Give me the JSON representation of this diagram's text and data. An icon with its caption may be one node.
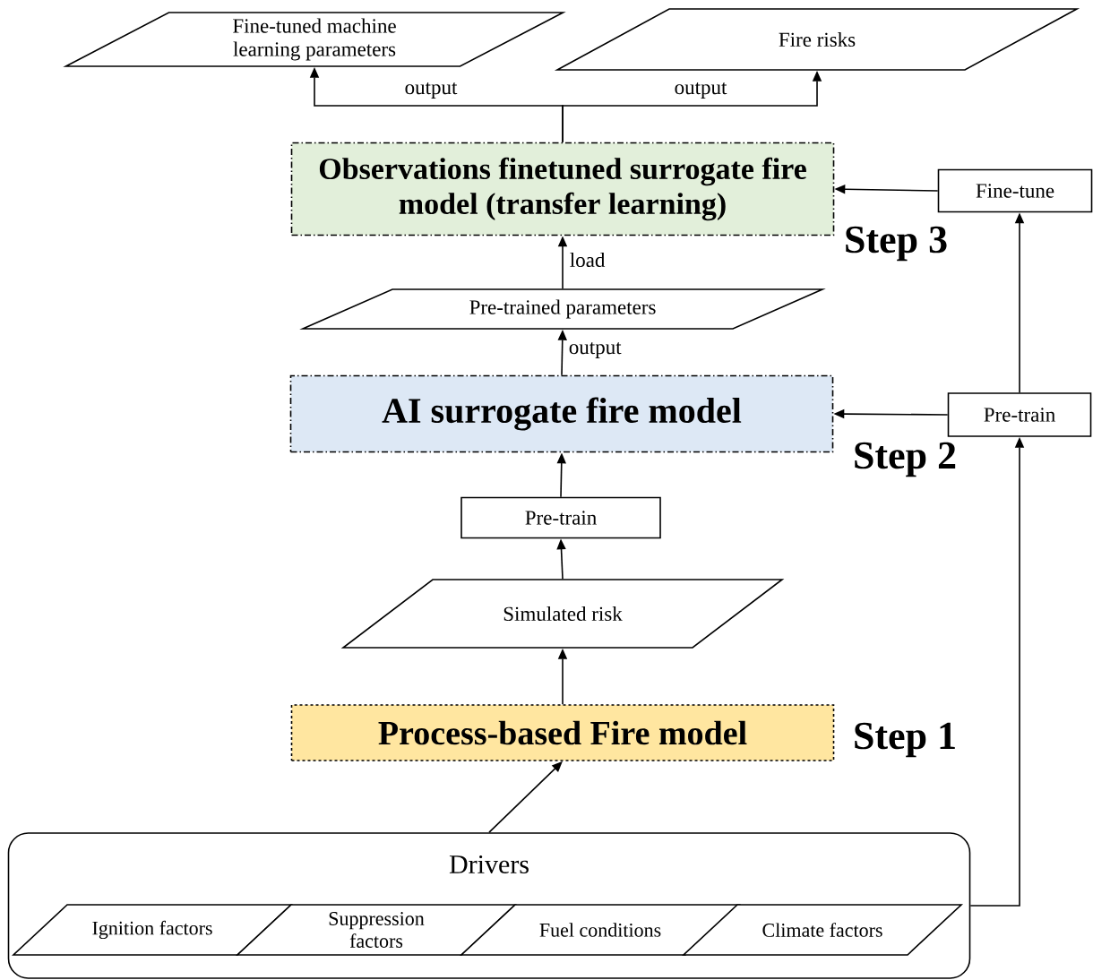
{
  "diagram": {
    "nodes": [
      {
        "text": [
          "Fine-tuned machine learning parameters"
        ]
      },
      {
        "text": [
          "Fire risks"
        ]
      },
      {
        "text": [
          "Observations finetuned surrogate fire model (transfer learning)"
        ],
        "beside": [
          "Step 3"
        ]
      },
      {
        "text": [
          "Fine-tune"
        ]
      },
      {
        "text": [
          "Pre-trained parameters"
        ]
      },
      {
        "text": [
          "AI surrogate  fire model"
        ],
        "beside": [
          "Step 2"
        ]
      },
      {
        "text": [
          "Pre-train"
        ]
      },
      {
        "text": [
          "Pre-train"
        ]
      },
      {
        "text": [
          "Simulated risk"
        ]
      },
      {
        "text": [
          "Process-based Fire model"
        ],
        "beside": [
          "Step 1"
        ]
      },
      {
        "text": [
          "Drivers"
        ]
      },
      {
        "text": [
          "Ignition factors"
        ],
        "in": 10
      },
      {
        "text": [
          "Suppression factors"
        ],
        "in": 10
      },
      {
        "text": [
          "Fuel conditions"
        ],
        "in": 10
      },
      {
        "text": [
          "Climate factors"
        ],
        "in": 10
      }
    ],
    "edges": [
      {
        "from": 2,
        "to": 0,
        "arrow": "to",
        "label": "output"
      },
      {
        "from": 2,
        "to": 1,
        "arrow": "to",
        "label": "output"
      },
      {
        "from": 3,
        "to": 2,
        "arrow": "to"
      },
      {
        "from": 4,
        "to": 2,
        "arrow": "to",
        "label": "load"
      },
      {
        "from": 5,
        "to": 4,
        "arrow": "to",
        "label": "output"
      },
      {
        "from": 6,
        "to": 5,
        "arrow": "to"
      },
      {
        "from": 6,
        "to": 3,
        "arrow": "to"
      },
      {
        "from": 7,
        "to": 5,
        "arrow": "to"
      },
      {
        "from": 8,
        "to": 7,
        "arrow": "to"
      },
      {
        "from": 9,
        "to": 8,
        "arrow": "to"
      },
      {
        "from": 10,
        "to": 9,
        "arrow": "to"
      },
      {
        "from": 10,
        "to": 6,
        "arrow": "to"
      }
    ]
  }
}
